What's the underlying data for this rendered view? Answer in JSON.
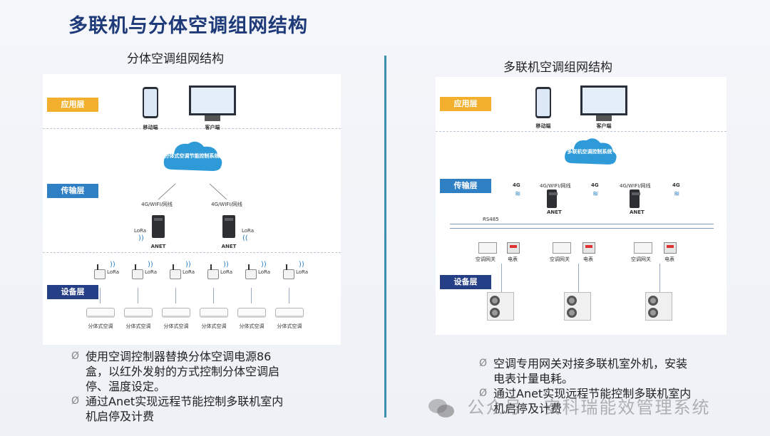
{
  "title": "多联机与分体空调组网结构",
  "left": {
    "subtitle": "分体空调组网结构",
    "layers": {
      "app": "应用层",
      "transport": "传输层",
      "device": "设备层"
    },
    "mobile_label": "移动端",
    "client_label": "客户端",
    "cloud_label": "分体式空调节能控制系统",
    "link_label": "4G/WIFI/网线",
    "gateway_label": "ANET",
    "lora_label": "LoRa",
    "ac_label": "分体式空调",
    "notes": [
      "使用空调控制器替换分体空调电源86盒，以红外发射的方式控制分体空调启停、温度设定。",
      "通过Anet实现远程节能控制多联机室内机启停及计费"
    ]
  },
  "right": {
    "subtitle": "多联机空调组网结构",
    "layers": {
      "app": "应用层",
      "transport": "传输层",
      "device": "设备层"
    },
    "mobile_label": "移动端",
    "client_label": "客户端",
    "cloud_label": "多联机空调控制系统",
    "link_4g": "4G",
    "link_label": "4G/WIFI/网线",
    "gateway_label": "ANET",
    "bus_label": "RS485",
    "ac_gateway_label": "空调网关",
    "meter_label": "电表",
    "notes": [
      "空调专用网关对接多联机室外机，安装电表计量电耗。",
      "通过Anet实现远程节能控制多联机室内机启停及计费"
    ]
  },
  "bullet_glyph": "Ø",
  "watermark": "公众号 · 安科瑞能效管理系统",
  "colors": {
    "title": "#1f3a78",
    "app_layer": "#f2b02e",
    "transport_layer": "#2e7fc4",
    "device_layer": "#253f86",
    "divider": "#3d8fae"
  }
}
